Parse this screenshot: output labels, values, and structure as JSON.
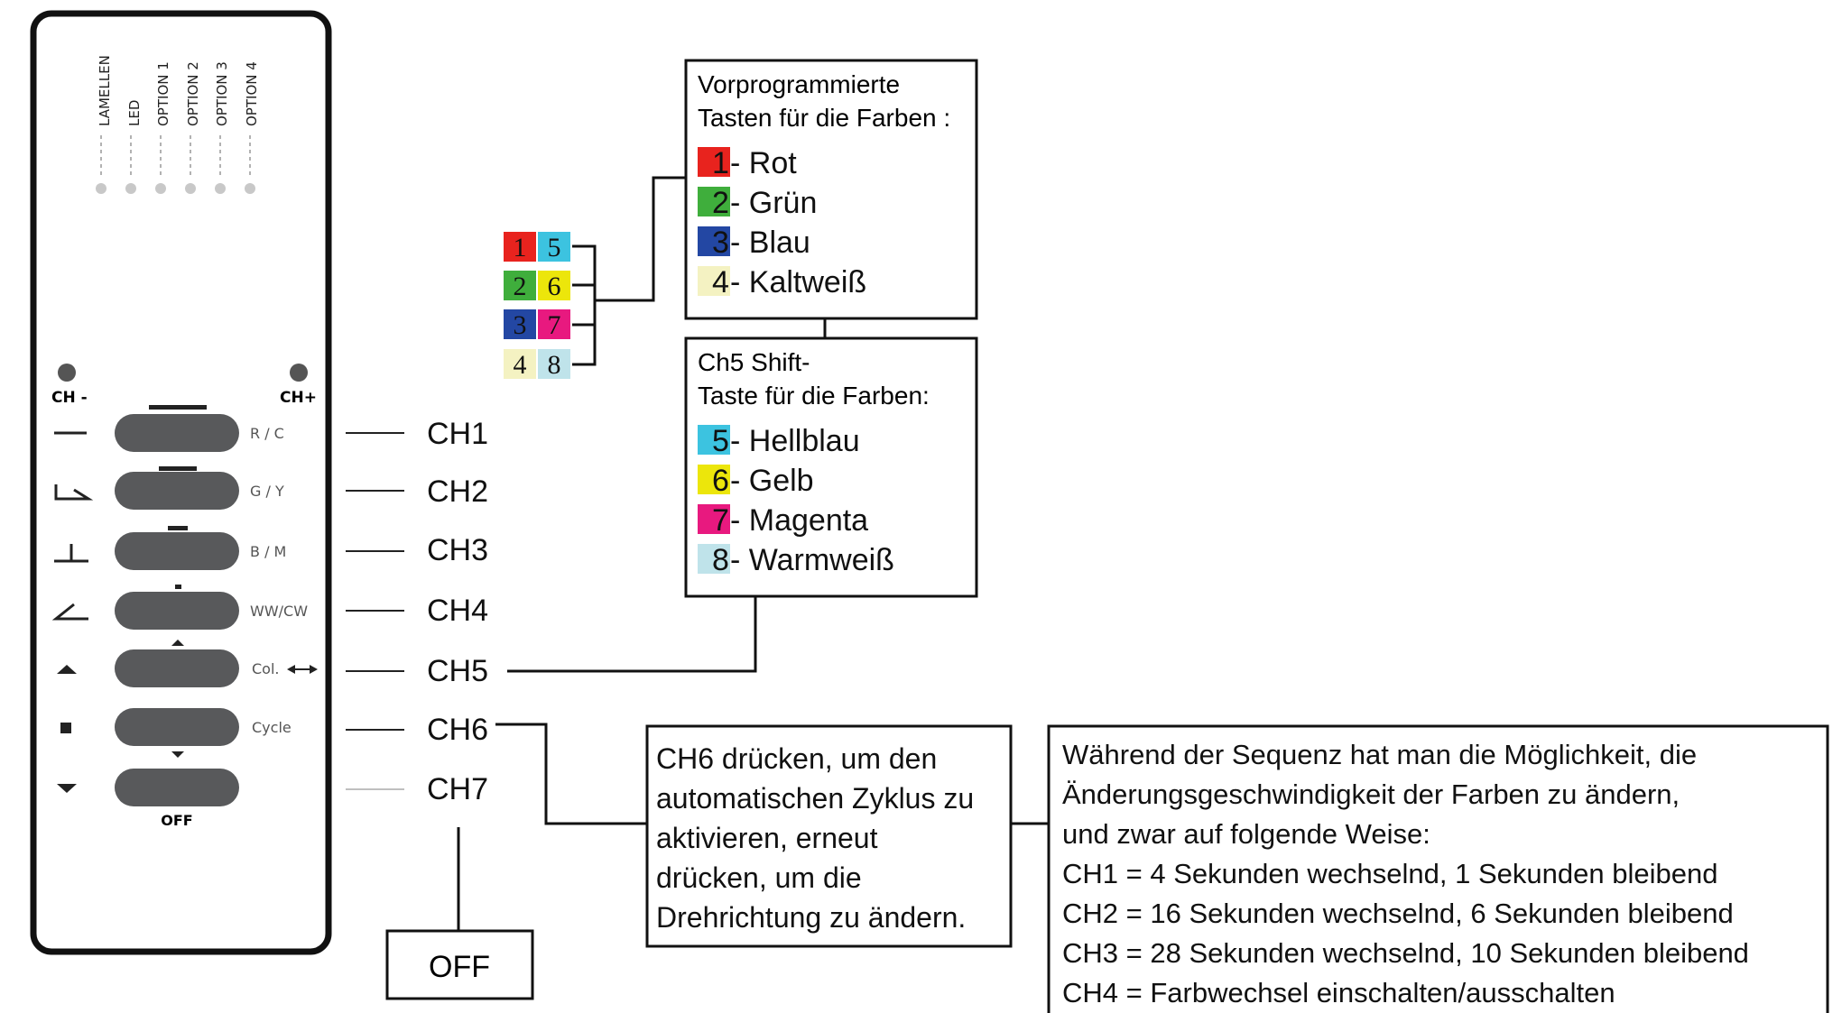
{
  "remote": {
    "indicators": [
      "LAMELLEN",
      "LED",
      "OPTION 1",
      "OPTION 2",
      "OPTION 3",
      "OPTION 4"
    ],
    "ch_minus": "CH -",
    "ch_plus": "CH+",
    "buttons": [
      {
        "side": "R / C",
        "icon": "dash-icon",
        "channel": "CH1"
      },
      {
        "side": "G / Y",
        "icon": "angle-low-icon",
        "channel": "CH2"
      },
      {
        "side": "B / M",
        "icon": "t-bar-icon",
        "channel": "CH3"
      },
      {
        "side": "WW/CW",
        "icon": "angle-high-icon",
        "channel": "CH4"
      },
      {
        "side": "Col.",
        "icon": "triangle-up-icon",
        "channel": "CH5"
      },
      {
        "side": "Cycle",
        "icon": "square-icon",
        "channel": "CH6"
      },
      {
        "side": "",
        "icon": "triangle-down-icon",
        "channel": "CH7"
      }
    ],
    "off_label": "OFF"
  },
  "keypad": [
    {
      "num": "1",
      "color": "#e8231e"
    },
    {
      "num": "5",
      "color": "#3cc3e0"
    },
    {
      "num": "2",
      "color": "#3fae3c"
    },
    {
      "num": "6",
      "color": "#ece60b"
    },
    {
      "num": "3",
      "color": "#2347a3"
    },
    {
      "num": "7",
      "color": "#e8197f"
    },
    {
      "num": "4",
      "color": "#f4f2c2"
    },
    {
      "num": "8",
      "color": "#bfe3ea"
    }
  ],
  "box1": {
    "title1": "Vorprogrammierte",
    "title2": "Tasten für die Farben :",
    "items": [
      {
        "num": "1",
        "label": "- Rot",
        "color": "#e8231e"
      },
      {
        "num": "2",
        "label": "- Grün",
        "color": "#3fae3c"
      },
      {
        "num": "3",
        "label": "- Blau",
        "color": "#2347a3"
      },
      {
        "num": "4",
        "label": "- Kaltweiß",
        "color": "#f4f2c2"
      }
    ]
  },
  "box2": {
    "title1": "Ch5 Shift-",
    "title2": "Taste für die Farben:",
    "items": [
      {
        "num": "5",
        "label": "- Hellblau",
        "color": "#3cc3e0"
      },
      {
        "num": "6",
        "label": "- Gelb",
        "color": "#ece60b"
      },
      {
        "num": "7",
        "label": "- Magenta",
        "color": "#e8197f"
      },
      {
        "num": "8",
        "label": "- Warmweiß",
        "color": "#bfe3ea"
      }
    ]
  },
  "off_box": "OFF",
  "ch6_box": [
    "CH6 drücken, um den",
    "automatischen Zyklus zu",
    "aktivieren, erneut",
    "drücken, um die",
    "Drehrichtung zu ändern."
  ],
  "seq_box": [
    "Während der Sequenz hat man die Möglichkeit, die",
    "Änderungsgeschwindigkeit der Farben zu ändern,",
    "und zwar auf folgende Weise:",
    "CH1 = 4 Sekunden wechselnd, 1 Sekunden bleibend",
    "CH2 = 16 Sekunden wechselnd, 6 Sekunden bleibend",
    "CH3 = 28 Sekunden wechselnd, 10 Sekunden bleibend",
    "CH4 = Farbwechsel einschalten/ausschalten"
  ]
}
